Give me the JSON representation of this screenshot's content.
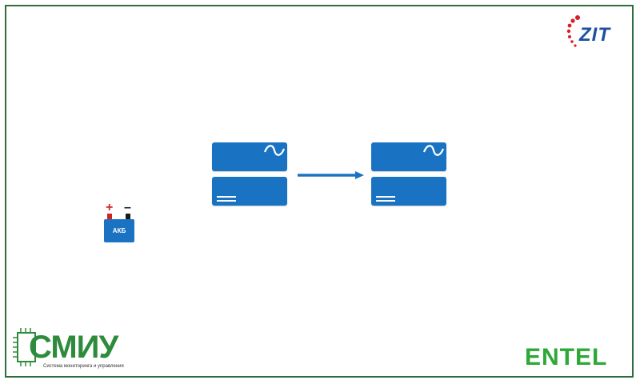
{
  "colors": {
    "frame": "#2d6e3e",
    "unit_blue": "#1a73c2",
    "arrow_blue": "#1a73c2",
    "battery_plus": "#d42027",
    "battery_minus": "#1a1a1a",
    "zit_blue": "#1e4fa0",
    "zit_red": "#d42027",
    "smiu_green": "#2e8b3c",
    "entel_green": "#2ea836"
  },
  "logos": {
    "zit": "ZIT",
    "smiu_title": "СМИУ",
    "smiu_subtitle": "Система мониторинга и управления",
    "entel": "ENTEL"
  },
  "battery": {
    "label": "АКБ",
    "plus": "+",
    "minus": "–"
  },
  "units": [
    {
      "id": "left",
      "top_icon": "sine-wave-icon",
      "bottom_icon": "dc-lines-icon"
    },
    {
      "id": "right",
      "top_icon": "sine-wave-icon",
      "bottom_icon": "dc-lines-icon"
    }
  ],
  "flow_arrow": {
    "direction": "right"
  }
}
